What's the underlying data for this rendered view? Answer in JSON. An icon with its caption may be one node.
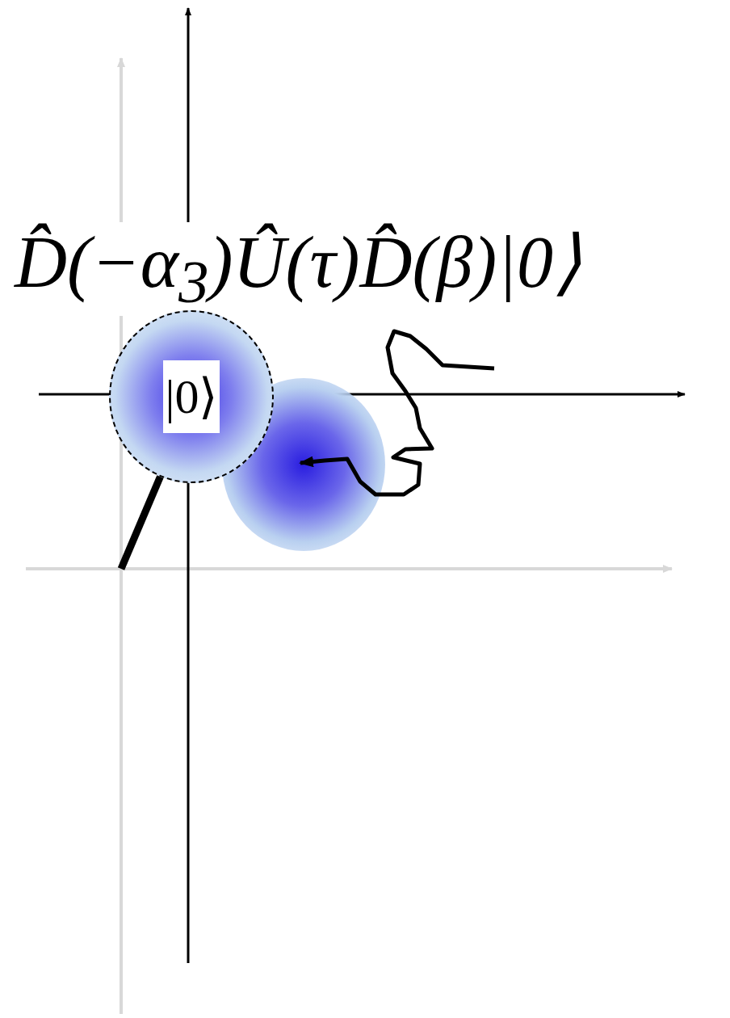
{
  "diagram": {
    "nodes": [
      {
        "text": [
          "|0⟩"
        ]
      },
      {
        "text": [],
        "shape": "circle"
      }
    ],
    "edges": [
      {
        "from": null,
        "to": 1,
        "arrow": "to"
      },
      {
        "from": 0,
        "to": null,
        "arrow": "none",
        "style": "thick"
      }
    ],
    "labels": [
      "D̂(−α$_{3}$)Û(τ)D̂(β)|0⟩"
    ]
  }
}
